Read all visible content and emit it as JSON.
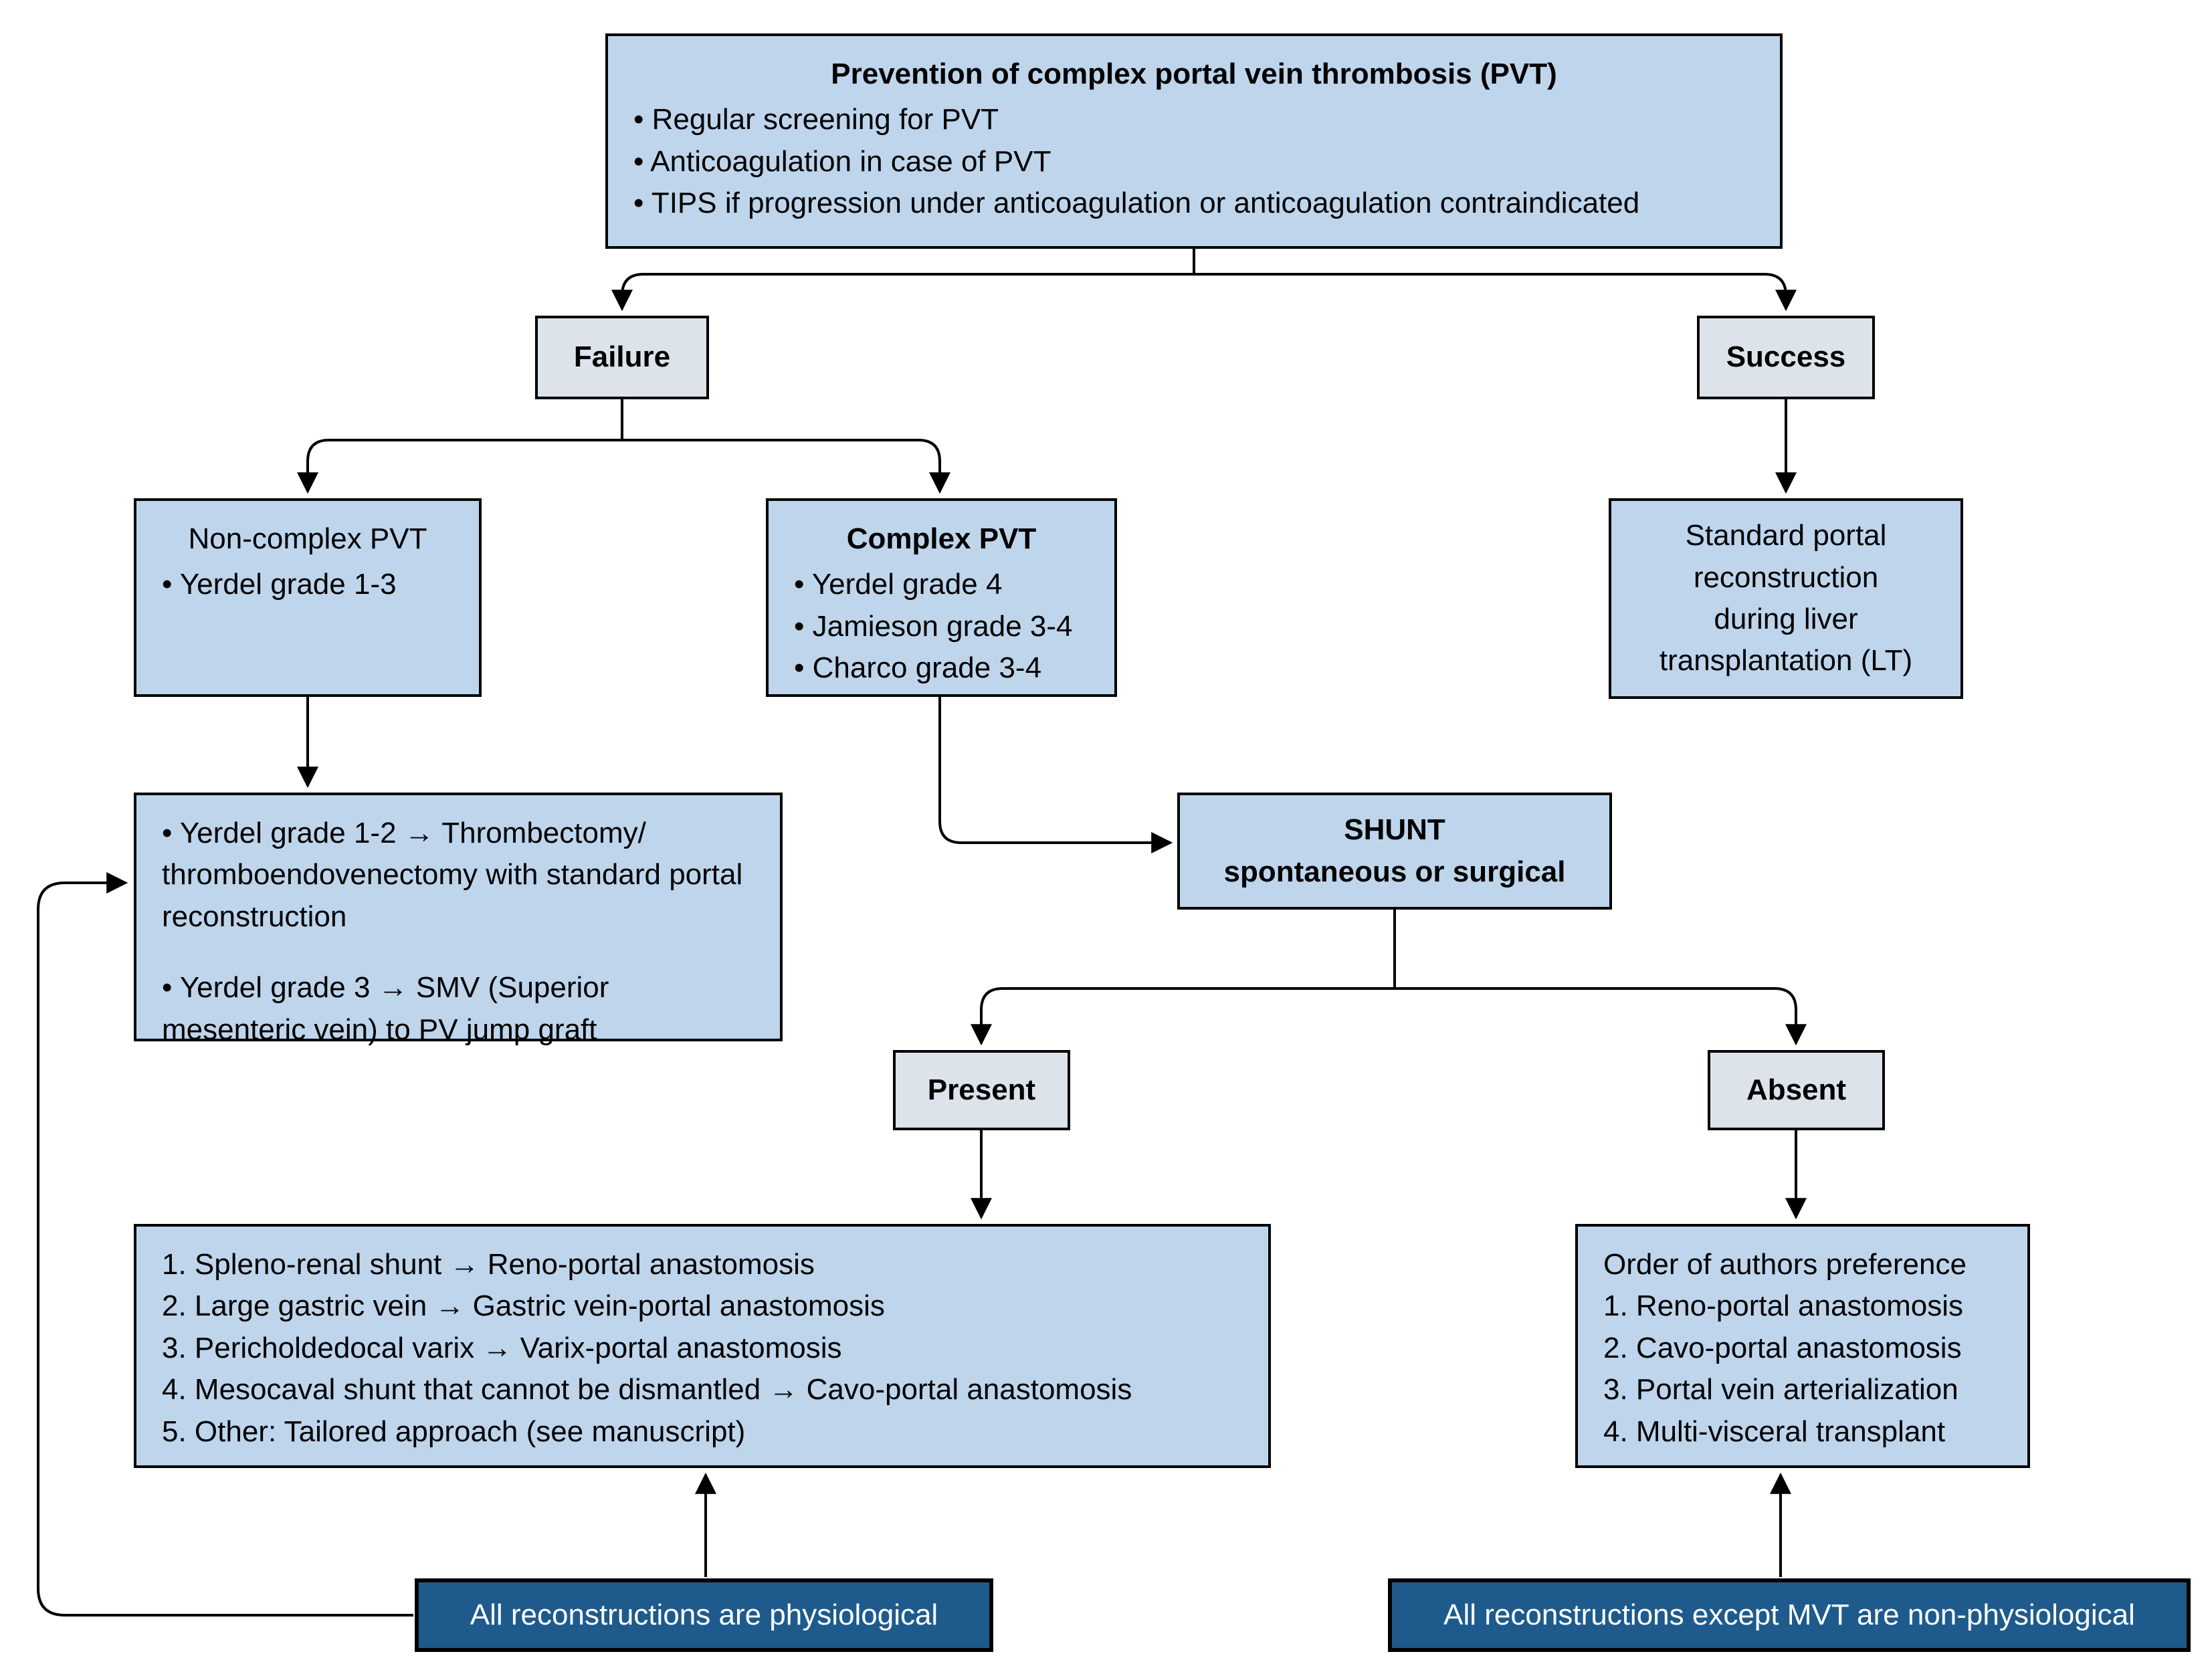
{
  "colors": {
    "box_fill": "#bed5ec",
    "decision_fill": "#dde3eb",
    "banner_fill": "#1e5b8c",
    "banner_text": "#ffffff",
    "border": "#000000",
    "text": "#000000"
  },
  "nodes": {
    "prevention": {
      "title": "Prevention of complex portal vein thrombosis (PVT)",
      "bullets": [
        "• Regular screening for PVT",
        "• Anticoagulation in case of PVT",
        "• TIPS if progression under anticoagulation or anticoagulation contraindicated"
      ]
    },
    "failure": {
      "label": "Failure"
    },
    "success": {
      "label": "Success"
    },
    "non_complex": {
      "title": "Non-complex PVT",
      "bullets": [
        "• Yerdel grade 1-3"
      ]
    },
    "complex": {
      "title": "Complex PVT",
      "bullets": [
        "• Yerdel grade 4",
        "• Jamieson grade 3-4",
        "• Charco grade 3-4"
      ]
    },
    "standard_reconstruction": {
      "lines": [
        "Standard portal",
        "reconstruction",
        "during liver",
        "transplantation (LT)"
      ]
    },
    "treatment": {
      "bullets": [
        "• Yerdel grade 1-2 → Thrombectomy/ thromboendovenectomy with standard portal reconstruction",
        "• Yerdel grade 3 → SMV (Superior mesenteric vein) to PV jump graft"
      ]
    },
    "shunt": {
      "title": "SHUNT",
      "subtitle": "spontaneous or surgical"
    },
    "present": {
      "label": "Present"
    },
    "absent": {
      "label": "Absent"
    },
    "present_options": {
      "items": [
        "1. Spleno-renal shunt → Reno-portal anastomosis",
        "2. Large gastric vein → Gastric vein-portal anastomosis",
        "3. Pericholdedocal varix → Varix-portal anastomosis",
        "4. Mesocaval shunt that cannot be dismantled → Cavo-portal anastomosis",
        "5. Other: Tailored approach (see manuscript)"
      ]
    },
    "absent_options": {
      "header": "Order of authors preference",
      "items": [
        "1. Reno-portal anastomosis",
        "2. Cavo-portal anastomosis",
        "3. Portal vein arterialization",
        "4. Multi-visceral transplant"
      ]
    },
    "physiological_note": {
      "label": "All reconstructions are physiological"
    },
    "non_physiological_note": {
      "label": "All reconstructions except MVT are non-physiological"
    }
  }
}
